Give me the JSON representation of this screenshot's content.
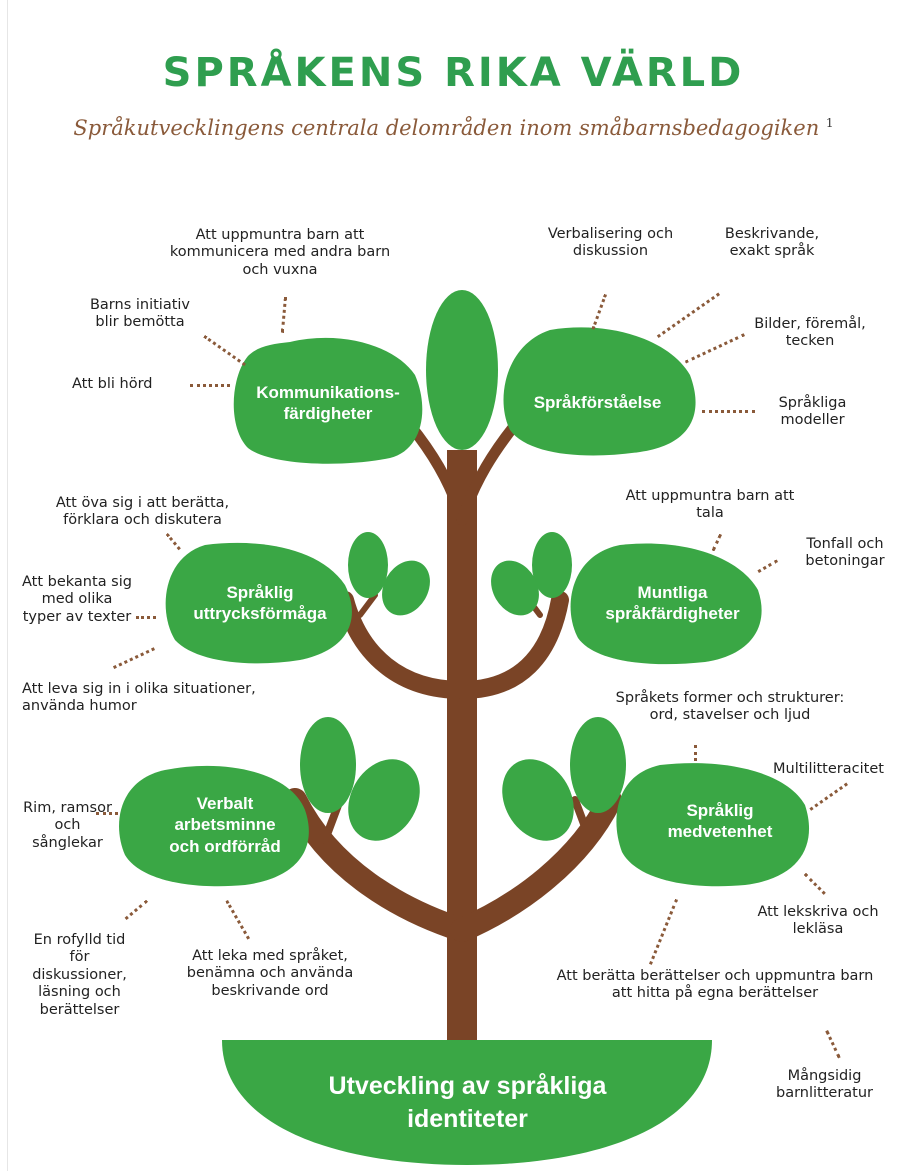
{
  "title": "SPRÅKENS RIKA VÄRLD",
  "subtitle": "Språkutvecklingens centrala delområden inom småbarnsbedagogiken",
  "subtitle_footnote": "1",
  "colors": {
    "leaf": "#3aa745",
    "trunk": "#7a4426",
    "title": "#2f9e4f",
    "subtitle": "#8a5a3a",
    "dots": "#8a5a3a"
  },
  "base": {
    "label": "Utveckling av språkliga identiteter"
  },
  "areas": {
    "kommunikation": {
      "label": "Kommunikations-färdigheter"
    },
    "forstaelse": {
      "label": "Språkförståelse"
    },
    "uttryck": {
      "label": "Språklig uttrycksförmåga"
    },
    "muntliga": {
      "label": "Muntliga språkfärdigheter"
    },
    "verbalt": {
      "label": "Verbalt arbetsminne och ordförråd"
    },
    "medvetenhet": {
      "label": "Språklig medvetenhet"
    }
  },
  "details": {
    "uppmuntra_kommunicera": "Att uppmuntra barn att kommunicera med andra barn och vuxna",
    "initiativ": "Barns initiativ blir bemötta",
    "bli_hord": "Att bli hörd",
    "verbalisering": "Verbalisering och diskussion",
    "beskrivande_exakt": "Beskrivande, exakt språk",
    "bilder": "Bilder, föremål, tecken",
    "sprakliga_modeller": "Språkliga modeller",
    "ova_beratta": "Att öva sig i att berätta, förklara och diskutera",
    "bekanta": "Att bekanta sig med olika typer av texter",
    "leva_in": "Att leva sig in i olika situationer, använda humor",
    "uppmuntra_tala": "Att uppmuntra barn att tala",
    "tonfall": "Tonfall och betoningar",
    "former": "Språkets former och strukturer: ord, stavelser och ljud",
    "multilitteracitet": "Multilitteracitet",
    "lekskriva": "Att lekskriva och lekläsa",
    "beratta_berattelser": "Att berätta berättelser och uppmuntra barn att hitta på egna berättelser",
    "mangsidig": "Mångsidig barnlitteratur",
    "rim": "Rim, ramsor och sånglekar",
    "rofylld": "En rofylld tid för diskussioner, läsning och berättelser",
    "leka_med": "Att leka med språket, benämna och använda beskrivande ord"
  }
}
